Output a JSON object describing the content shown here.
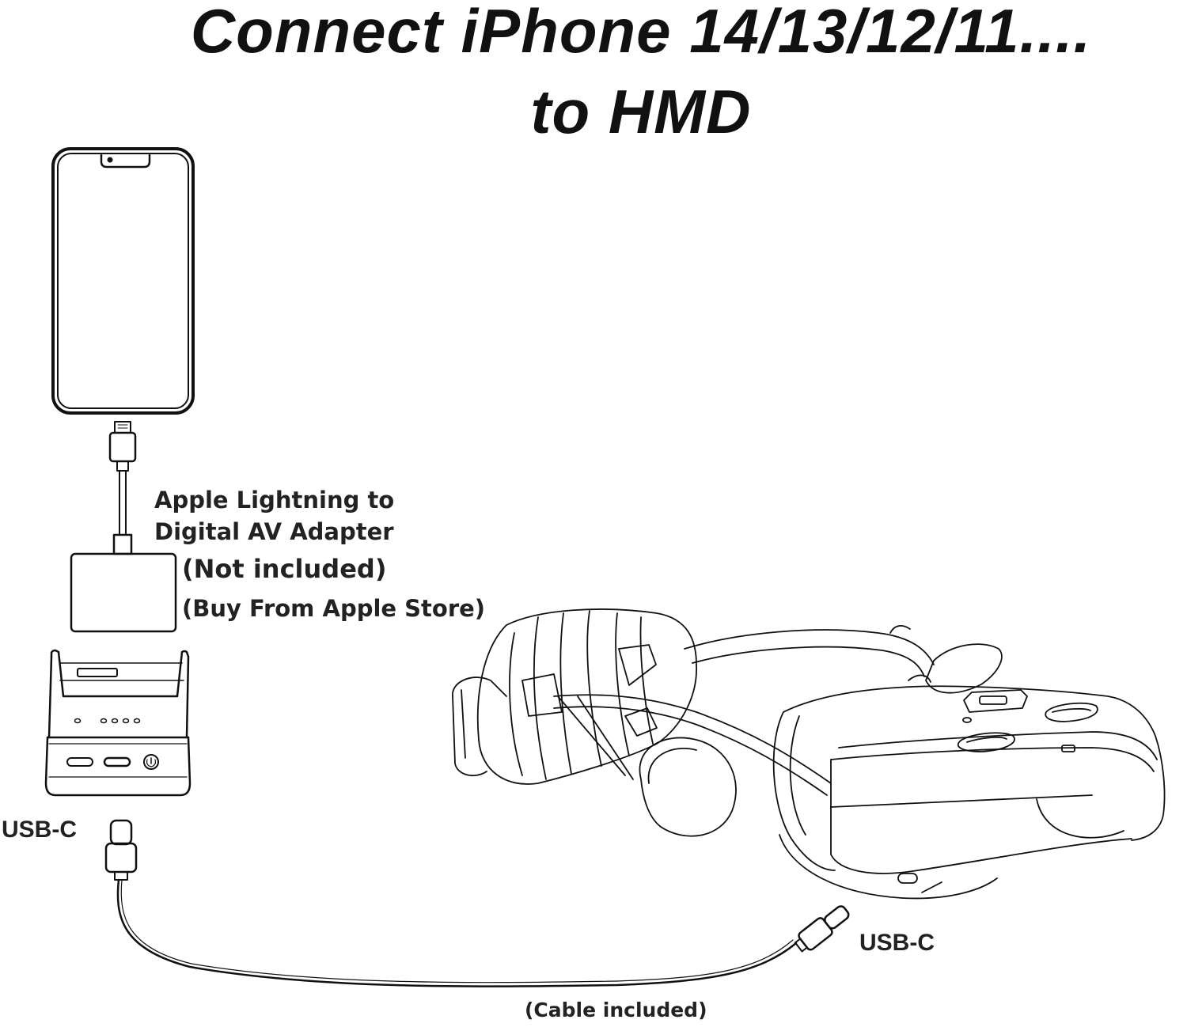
{
  "title": {
    "line1": "Connect iPhone 14/13/12/11....",
    "line2": "to HMD"
  },
  "labels": {
    "adapter_line1": "Apple Lightning to",
    "adapter_line2": "Digital AV Adapter",
    "not_included": "(Not included)",
    "buy_from": "(Buy From Apple Store)",
    "usbc_left": "USB-C",
    "usbc_right": "USB-C",
    "cable_included": "(Cable included)"
  },
  "icons": [
    "iphone-icon",
    "lightning-connector-icon",
    "av-adapter-icon",
    "dock-icon",
    "usb-c-plug-icon",
    "hmd-headset-icon"
  ],
  "colors": {
    "line": "#111111",
    "background": "#ffffff"
  }
}
